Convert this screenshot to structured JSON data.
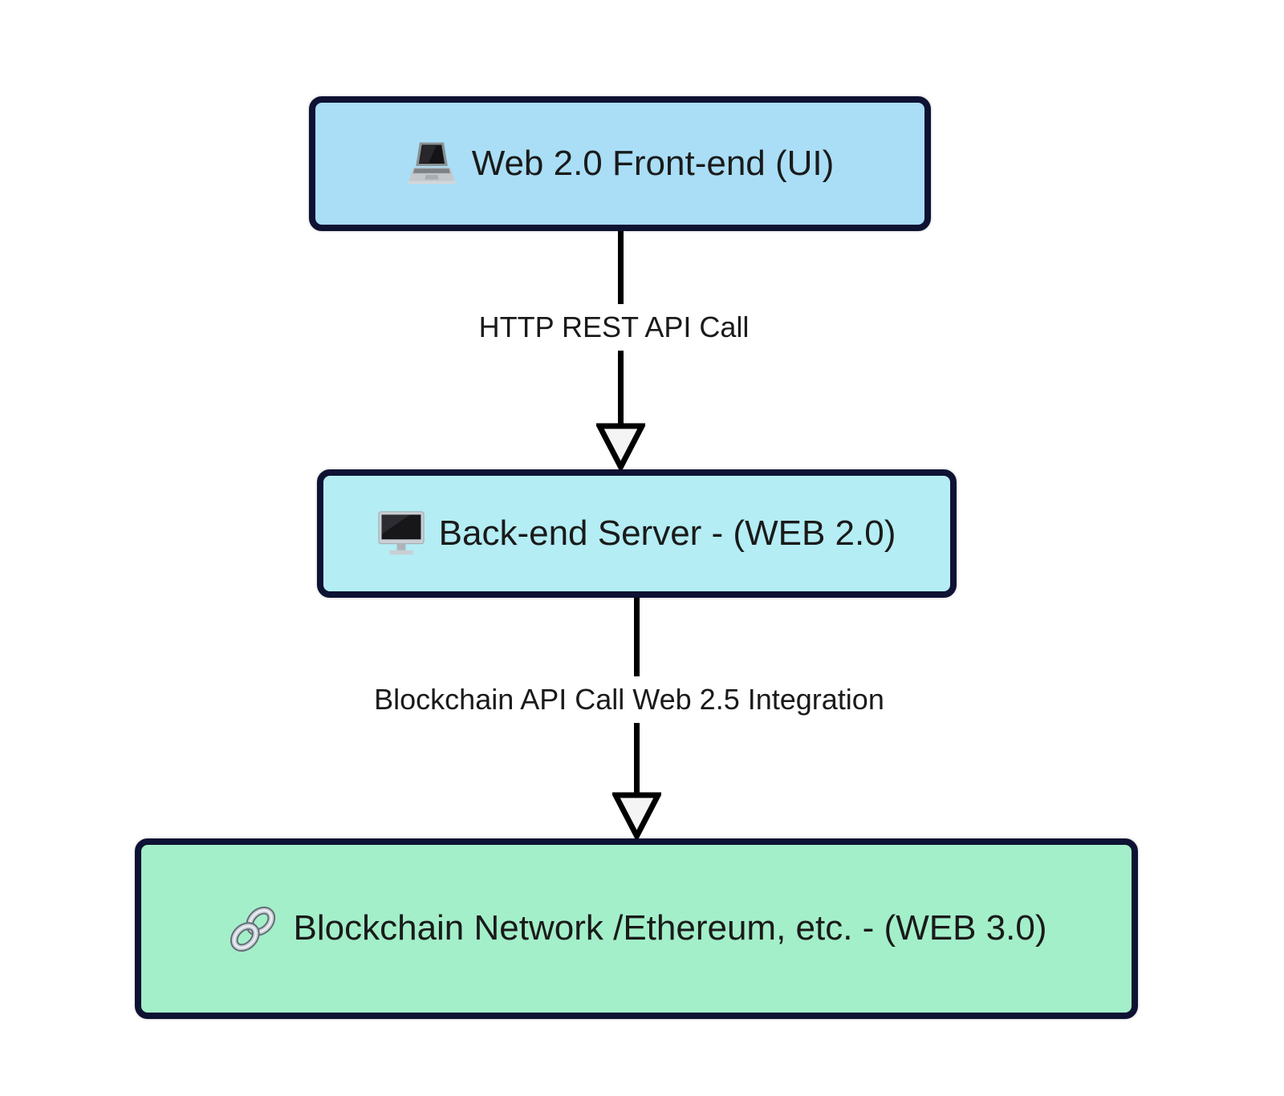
{
  "diagram": {
    "nodes": [
      {
        "label": "Web 2.0 Front-end (UI)",
        "icon": "laptop-icon",
        "fill": "#a9def6"
      },
      {
        "label": "Back-end Server - (WEB 2.0)",
        "icon": "desktop-icon",
        "fill": "#b4edf4"
      },
      {
        "label": "Blockchain Network /Ethereum, etc. - (WEB 3.0)",
        "icon": "link-icon",
        "fill": "#a3efc9"
      }
    ],
    "edges": [
      {
        "from": "Web 2.0 Front-end (UI)",
        "to": "Back-end Server - (WEB 2.0)",
        "label": "HTTP REST API Call"
      },
      {
        "from": "Back-end Server - (WEB 2.0)",
        "to": "Blockchain Network /Ethereum, etc. - (WEB 3.0)",
        "label": "Blockchain API Call Web 2.5 Integration"
      }
    ],
    "colors": {
      "node_border": "#0e1233",
      "edge_line": "#000000",
      "arrowhead_fill": "#f4f4f4",
      "text": "#1a1a1a",
      "background": "#ffffff"
    }
  }
}
